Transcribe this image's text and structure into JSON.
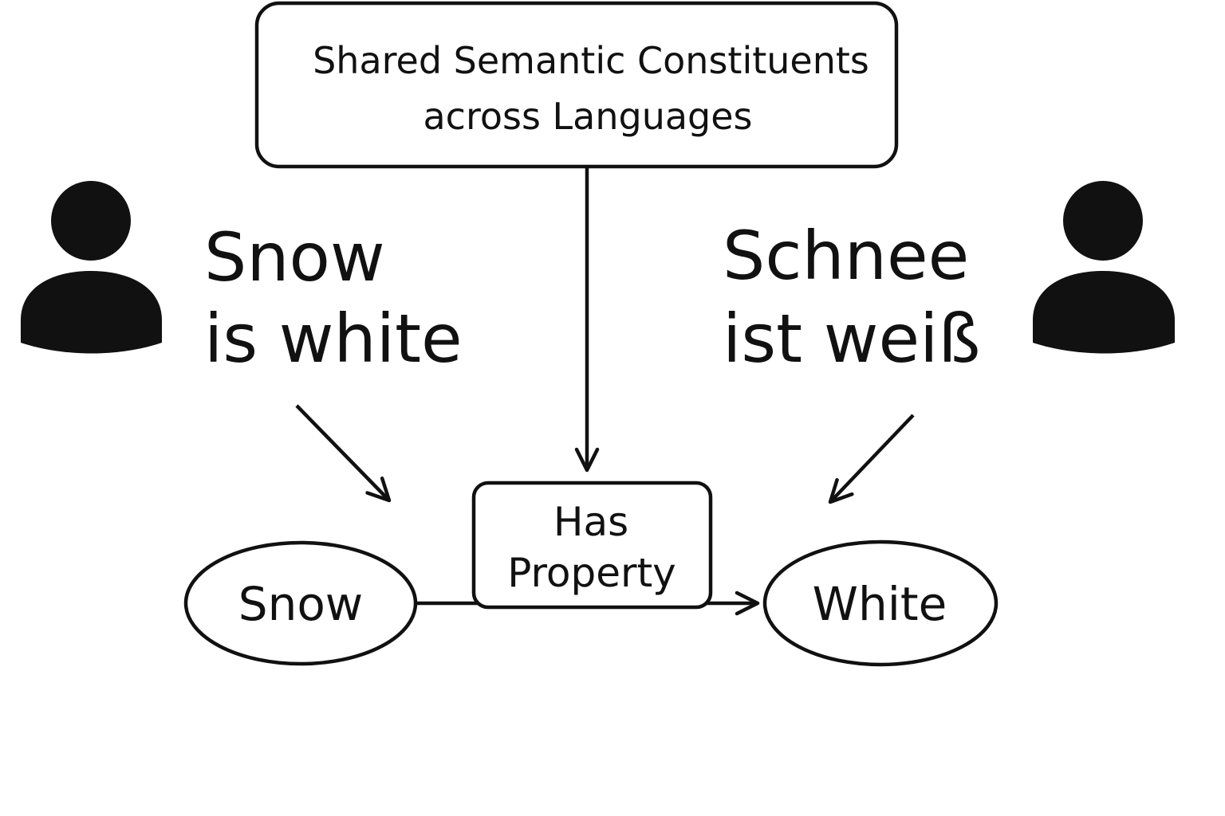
{
  "title_box": {
    "line1": "Shared Semantic Constituents",
    "line2": "across Languages"
  },
  "speakers": {
    "left": {
      "icon": "person-icon",
      "line1": "Snow",
      "line2": "is white"
    },
    "right": {
      "icon": "person-icon",
      "line1": "Schnee",
      "line2": "ist weiß"
    }
  },
  "graph": {
    "subject_node": "Snow",
    "relation_line1": "Has",
    "relation_line2": "Property",
    "object_node": "White"
  },
  "colors": {
    "ink": "#111111",
    "background": "#ffffff"
  }
}
